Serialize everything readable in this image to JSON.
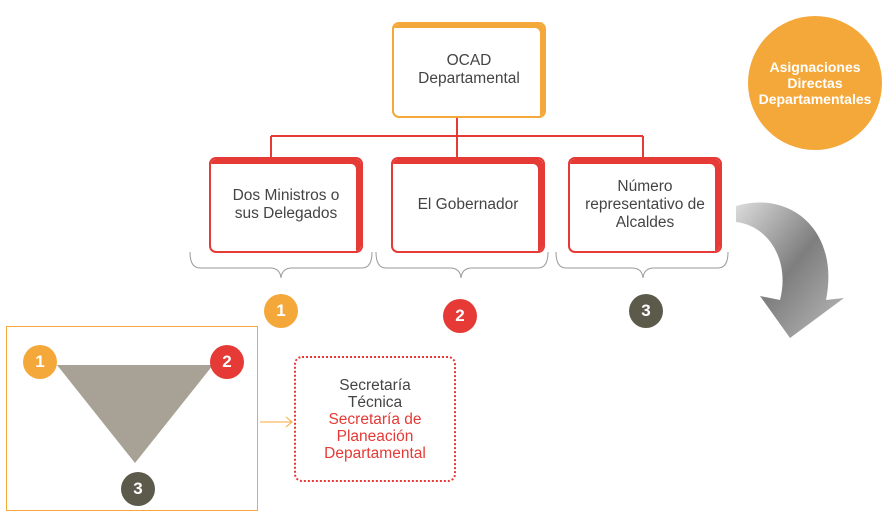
{
  "top_box": {
    "label": "OCAD Departamental"
  },
  "member_boxes": [
    {
      "label": "Dos Ministros o sus Delegados",
      "number": "1"
    },
    {
      "label": "El Gobernador",
      "number": "2"
    },
    {
      "label": "Número representativo de Alcaldes",
      "number": "3"
    }
  ],
  "asignaciones": {
    "label": "Asignaciones Directas Departamentales"
  },
  "triangle": {
    "vertex_left": "1",
    "vertex_right": "2",
    "vertex_bottom": "3"
  },
  "secretaria": {
    "line1": "Secretaría",
    "line2": "Técnica",
    "line3": "Secretaría de",
    "line4": "Planeación",
    "line5": "Departamental"
  },
  "colors": {
    "orange": "#f5a83a",
    "red": "#e53a35",
    "dark": "#5b5a4b",
    "triangle": "#a8a296",
    "connector": "#e53a35"
  }
}
